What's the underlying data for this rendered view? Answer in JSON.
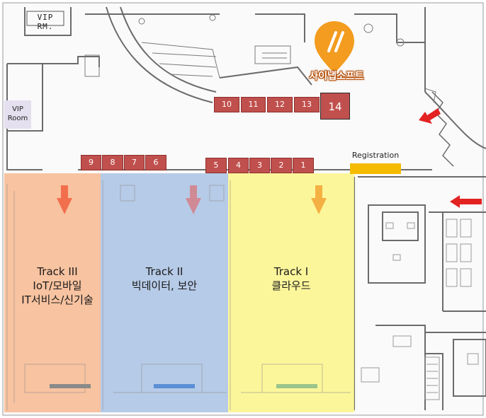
{
  "signs": {
    "vip_rm": "VIP RM.",
    "vip_room_line1": "VIP",
    "vip_room_line2": "Room",
    "registration": "Registration",
    "sponsor": "사이냅소프트",
    "sponsor_booth": "14"
  },
  "booths": [
    "1",
    "2",
    "3",
    "4",
    "5",
    "6",
    "7",
    "8",
    "9",
    "10",
    "11",
    "12",
    "13"
  ],
  "tracks": [
    {
      "title": "Track III",
      "line2": "IoT/모바일",
      "line3": "IT서비스/신기술",
      "color": "#f7b98f"
    },
    {
      "title": "Track II",
      "line2": "빅데이터, 보안",
      "line3": "",
      "color": "#a9c2e3"
    },
    {
      "title": "Track I",
      "line2": "클라우드",
      "line3": "",
      "color": "#fbf58a"
    }
  ],
  "colors": {
    "booth": "#c0504d",
    "registration_bar": "#f5bb00",
    "pin": "#f39c1f",
    "entrance_arrow": "#e32222",
    "wall": "#6b6b6b"
  }
}
